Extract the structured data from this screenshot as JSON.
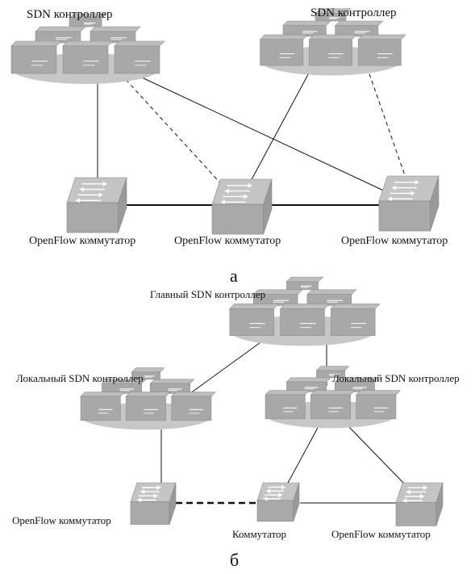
{
  "colors": {
    "ellipse": "#c7c7c7",
    "server_face": "#a8a8a8",
    "server_top": "#bdbdbd",
    "server_line": "#f2f2f2",
    "switch_face": "#a9a9a9",
    "switch_top": "#c4c4c4",
    "arrow": "#ffffff",
    "link": "#111111"
  },
  "icons": {
    "controller": "server-cluster-icon",
    "switch": "network-switch-icon"
  },
  "diagram_a": {
    "caption": "а",
    "controller_left_label": "SDN контроллер",
    "controller_right_label": "SDN контроллер",
    "switch_left_label": "OpenFlow коммутатор",
    "switch_middle_label": "OpenFlow коммутатор",
    "switch_right_label": "OpenFlow коммутатор"
  },
  "diagram_b": {
    "caption": "б",
    "main_controller_label": "Главный SDN контроллер",
    "local_controller_left_label": "Локальный SDN контроллер",
    "local_controller_right_label": "Локальный SDN контроллер",
    "switch_left_label": "OpenFlow коммутатор",
    "switch_middle_label": "Коммутатор",
    "switch_right_label": "OpenFlow коммутатор"
  }
}
